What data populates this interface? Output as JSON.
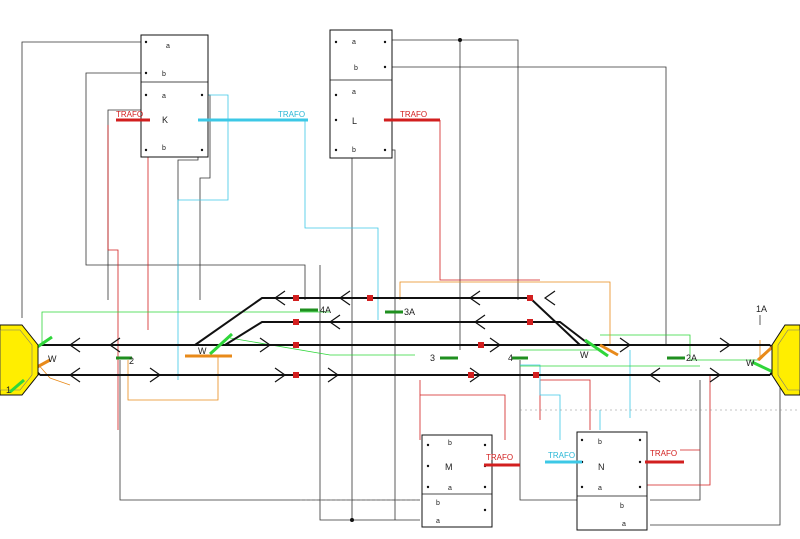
{
  "boxes": {
    "K": {
      "letter": "K",
      "rows": [
        "a",
        "b",
        "a",
        "b"
      ]
    },
    "L": {
      "letter": "L",
      "rows": [
        "a",
        "b",
        "a",
        "b"
      ]
    },
    "M": {
      "letter": "M",
      "rows": [
        "b",
        "a",
        "b",
        "a"
      ]
    },
    "N": {
      "letter": "N",
      "rows": [
        "b",
        "a",
        "b",
        "a"
      ]
    }
  },
  "trafo": {
    "label": "TRAFO"
  },
  "switch_label": "W",
  "track_labels": {
    "t1": "1",
    "t2": "2",
    "t3": "3",
    "t4": "4",
    "t4a": "4A",
    "t3a": "3A",
    "t2a": "2A",
    "t1a": "1A"
  },
  "colors": {
    "track": "#111111",
    "wire_red": "#d21f1f",
    "wire_cyan": "#3cc8e6",
    "wire_green": "#2fd63a",
    "wire_orange": "#e88a1a",
    "wire_black": "#333333",
    "section_green": "#1f8f1f",
    "buffer_yellow": "#ffee00"
  }
}
